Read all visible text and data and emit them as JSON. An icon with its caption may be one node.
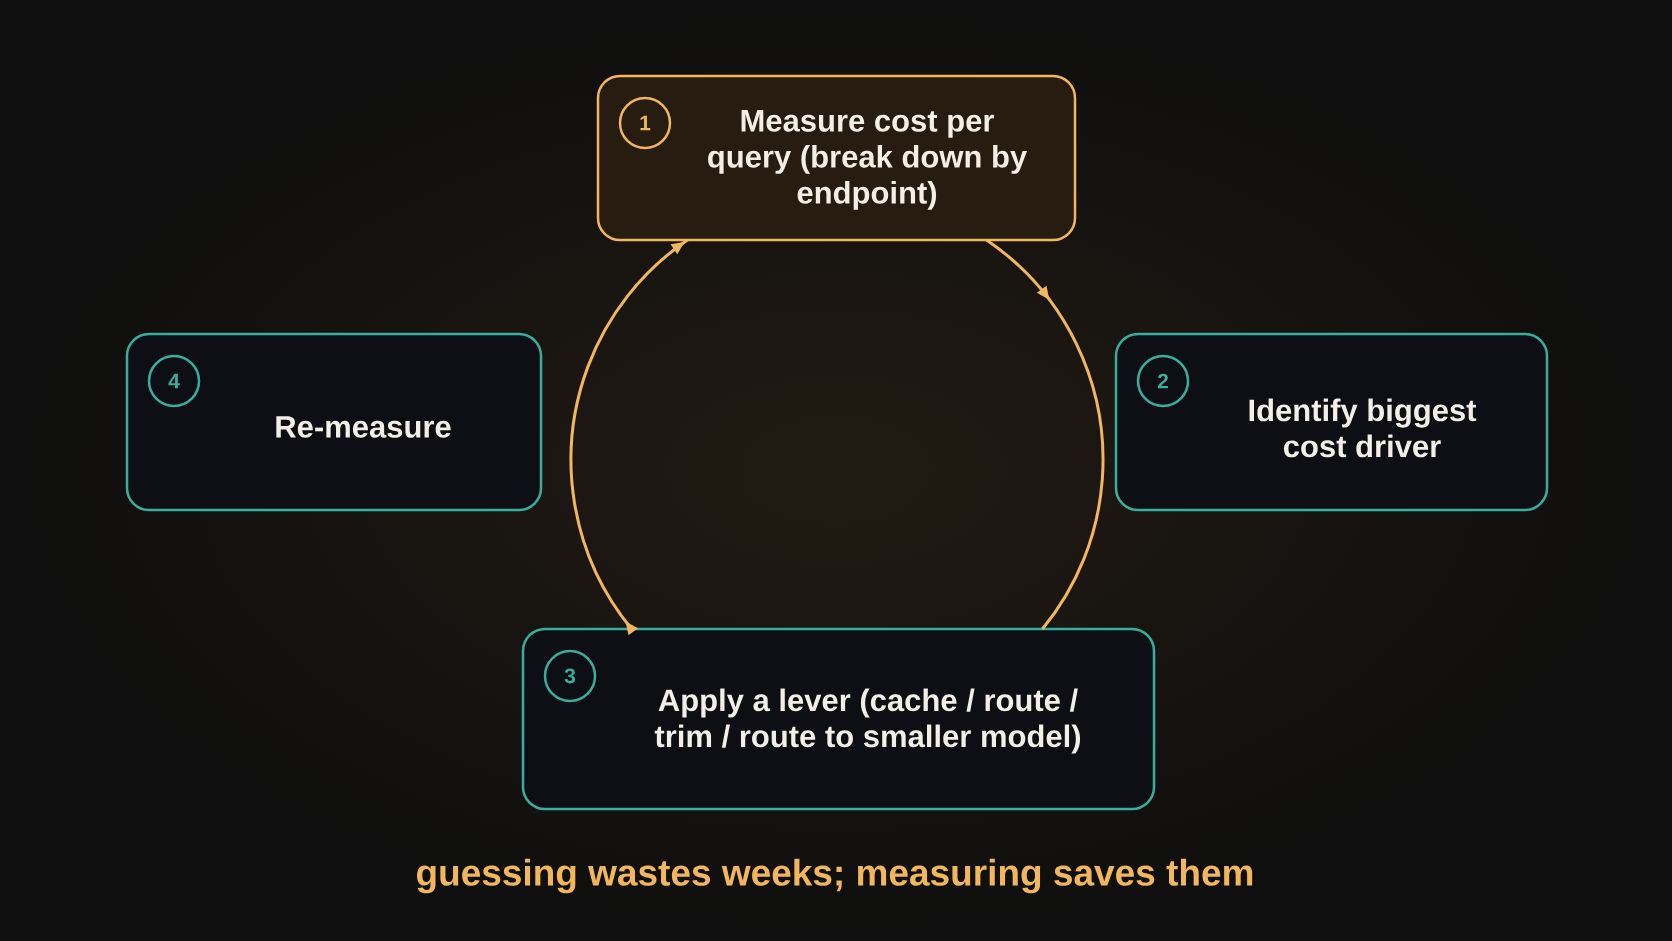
{
  "diagram": {
    "caption": "guessing wastes weeks; measuring saves them",
    "nodes": [
      {
        "text": [
          "Measure cost per query (break down by endpoint)"
        ]
      },
      {
        "text": [
          "1"
        ],
        "in": 0
      },
      {
        "text": [
          "Re-measure"
        ]
      },
      {
        "text": [
          "4"
        ],
        "in": 2
      },
      {
        "text": [
          "Identify biggest cost driver"
        ]
      },
      {
        "text": [
          "2"
        ],
        "in": 4
      },
      {
        "text": [
          "Apply a lever (cache / route / trim / route to smaller model)"
        ]
      },
      {
        "text": [
          "3"
        ],
        "in": 6
      }
    ],
    "edges": [
      {
        "from": 0,
        "to": 6,
        "arrow": "to"
      },
      {
        "from": 6,
        "to": 0,
        "arrow": "to"
      }
    ]
  }
}
